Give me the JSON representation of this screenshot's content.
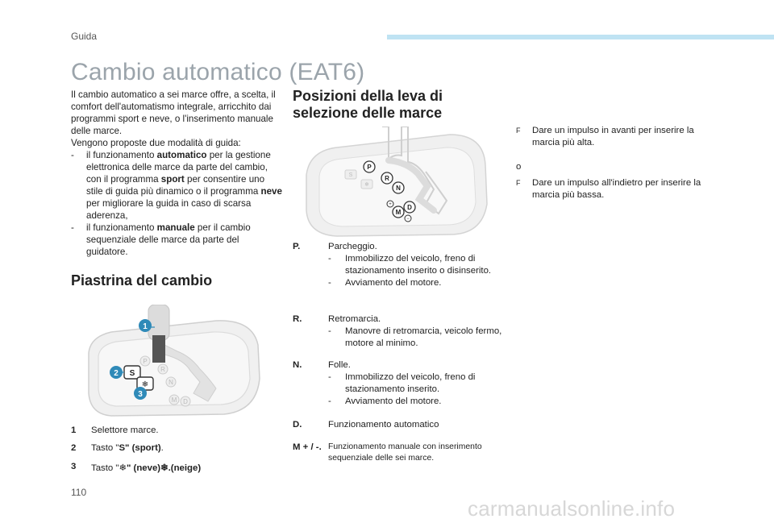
{
  "header": {
    "section": "Guida",
    "bar_color": "#bfe3f3"
  },
  "title": "Cambio automatico (EAT6)",
  "intro": {
    "p1": "Il cambio automatico a sei marce offre, a scelta, il comfort dell'automatismo integrale, arricchito dai programmi sport e neve, o l'inserimento manuale delle marce.",
    "p2": "Vengono proposte due modalità di guida:",
    "items": [
      {
        "bullet": "-",
        "pre": "il funzionamento ",
        "bold1": "automatico",
        "mid1": " per la gestione elettronica delle marce da parte del cambio, con il programma ",
        "bold2": "sport",
        "mid2": " per consentire uno stile di guida più dinamico o il programma ",
        "bold3": "neve",
        "post": " per migliorare la guida in caso di scarsa aderenza,"
      },
      {
        "bullet": "-",
        "pre": "il funzionamento ",
        "bold1": "manuale",
        "post": " per il cambio sequenziale delle marce da parte del guidatore."
      }
    ]
  },
  "piastrina": {
    "heading": "Piastrina del cambio",
    "callouts": [
      "1",
      "2",
      "3"
    ],
    "legend": [
      {
        "num": "1",
        "text": "Selettore marce."
      },
      {
        "num": "2",
        "pre": "Tasto \"",
        "bold": "S\" (sport)",
        "post": "."
      },
      {
        "num": "3",
        "pre": "Tasto \"",
        "glyph": "❄",
        "bold": "\" (neve)❄.(neige)",
        "post": ""
      }
    ],
    "plate_labels": [
      "S",
      "❄",
      "P",
      "R",
      "N",
      "D",
      "M"
    ],
    "accent_color": "#2f8ab8"
  },
  "posizioni": {
    "heading_line1": "Posizioni della leva di",
    "heading_line2": "selezione delle marce",
    "gate_labels": [
      "P",
      "R",
      "N",
      "D",
      "M",
      "S",
      "❄",
      "+",
      "−"
    ],
    "rows": [
      {
        "key": "P.",
        "title": "Parcheggio.",
        "subs": [
          "Immobilizzo del veicolo, freno di stazionamento inserito o disinserito.",
          "Avviamento del motore."
        ]
      },
      {
        "key": "R.",
        "title": "Retromarcia.",
        "subs": [
          "Manovre di retromarcia, veicolo fermo, motore al minimo."
        ]
      },
      {
        "key": "N.",
        "title": "Folle.",
        "subs": [
          "Immobilizzo del veicolo, freno di stazionamento inserito.",
          "Avviamento del motore."
        ]
      },
      {
        "key": "D.",
        "title": "Funzionamento automatico",
        "subs": []
      },
      {
        "key": "M + / -.",
        "title": "Funzionamento manuale con inserimento sequenziale delle sei marce.",
        "subs": []
      }
    ],
    "sub_bullet": "-"
  },
  "manual": {
    "arrow": "F",
    "up": "Dare un impulso in avanti per inserire la marcia più alta.",
    "or": "o",
    "down": "Dare un impulso all'indietro per inserire la marcia più bassa."
  },
  "footer": {
    "page_number": "110",
    "watermark": "carmanualsonline.info"
  }
}
